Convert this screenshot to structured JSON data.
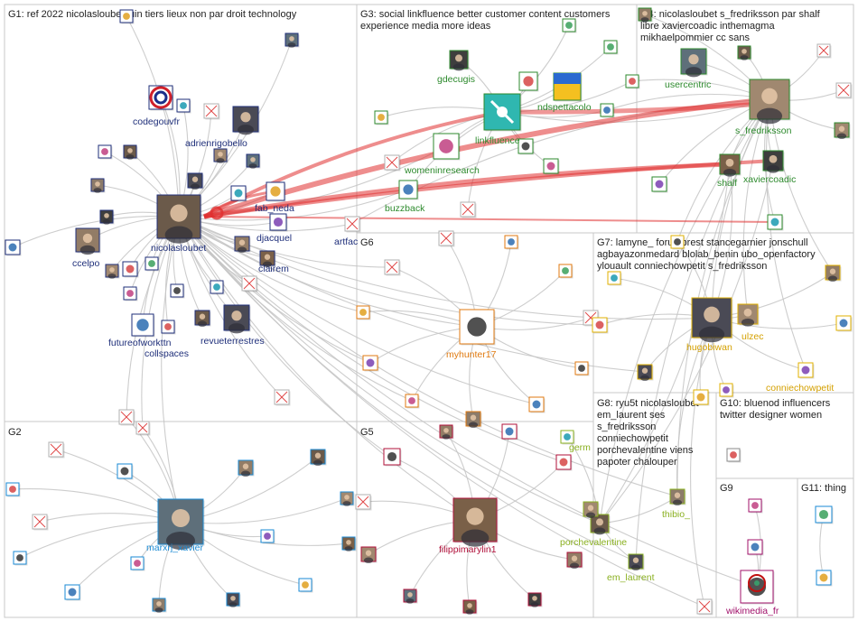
{
  "colors": {
    "g1": "#1f2f7a",
    "g2": "#1a8ad4",
    "g3": "#2d8a2d",
    "g4": "#2d8a2d",
    "g5": "#b0103a",
    "g6": "#e07a10",
    "g7": "#e0b000",
    "g8": "#8ab020",
    "g9": "#a0106a",
    "g10": "#888888",
    "g11": "#1a8ad4",
    "edge_gray": "#c4c4c4",
    "edge_red": "#e03030"
  },
  "groups": [
    {
      "id": "g1",
      "title": "G1: ref 2022 nicolasloubet juin tiers lieux non par droit technology"
    },
    {
      "id": "g2",
      "title": "G2"
    },
    {
      "id": "g3",
      "title": "G3: social linkfluence better customer content customers"
    },
    {
      "id": "g3b",
      "title": "experience media more ideas"
    },
    {
      "id": "g4",
      "title": "G4: nicolasloubet s_fredriksson par shalf"
    },
    {
      "id": "g4b",
      "title": "libre xaviercoadic inthemagma"
    },
    {
      "id": "g4c",
      "title": "mikhaelpommier cc sans"
    },
    {
      "id": "g5",
      "title": "G5"
    },
    {
      "id": "g6",
      "title": "G6"
    },
    {
      "id": "g7",
      "title": "G7: lamyne_ forumbrest stancegarnier jonschull"
    },
    {
      "id": "g7b",
      "title": "agbayazonmedard blolab_benin ubo_openfactory"
    },
    {
      "id": "g7c",
      "title": "ylouault conniechowpetit s_fredriksson"
    },
    {
      "id": "g8",
      "title": "G8: ryu5t nicolasloubet"
    },
    {
      "id": "g8b",
      "title": "em_laurent ses"
    },
    {
      "id": "g8c",
      "title": "s_fredriksson"
    },
    {
      "id": "g8d",
      "title": "conniechowpetit"
    },
    {
      "id": "g8e",
      "title": "porchevalentine viens"
    },
    {
      "id": "g8f",
      "title": "papoter chalouper"
    },
    {
      "id": "g9",
      "title": "G9"
    },
    {
      "id": "g10",
      "title": "G10: bluenod influencers"
    },
    {
      "id": "g10b",
      "title": "twitter designer women"
    },
    {
      "id": "g11",
      "title": "G11: thing"
    }
  ],
  "labels": {
    "codegouvfr": "codegouvfr",
    "adrienrigobello": "adrienrigobello",
    "nicolasloubet": "nicolasloubet",
    "fab_neda": "fab_neda",
    "djacquel": "djacquel",
    "clairem": "clairem",
    "artfac": "artfac",
    "ccelpo": "ccelpo",
    "futureofworkttn": "futureofworkttn",
    "collspaces": "collspaces",
    "revueterrestres": "revueterrestres",
    "gdecugis": "gdecugis",
    "linkfluence": "linkfluence",
    "ndspettacolo": "ndspettacolo",
    "womeninresearch": "womeninresearch",
    "buzzback": "buzzback",
    "usercentric": "usercentric",
    "s_fredriksson": "s_fredriksson",
    "shalf": "shalf",
    "xaviercoadic": "xaviercoadic",
    "myhunter17": "myhunter17",
    "hugobiwan": "hugobiwan",
    "ulzec": "ulzec",
    "conniechowpetit": "conniechowpetit",
    "marxrj_xavier": "marxrj_xavier",
    "filippimarylin1": "filippimarylin1",
    "germ": "germ",
    "porchevalentine": "porchevalentine",
    "thibio_": "thibio_",
    "em_laurent": "em_laurent",
    "wikimedia_fr": "wikimedia_fr"
  }
}
